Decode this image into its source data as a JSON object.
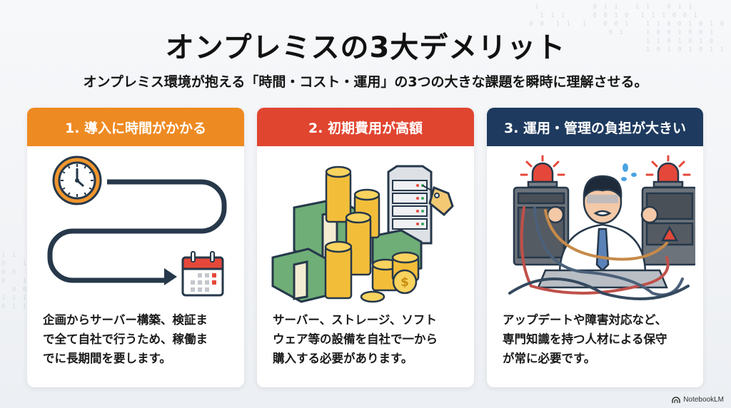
{
  "title": "オンプレミスの3大デメリット",
  "subtitle": "オンプレミス環境が抱える「時間・コスト・運用」の3つの大きな課題を瞬時に理解させる。",
  "cards": [
    {
      "heading": "1. 導入に時間がかかる",
      "color": "#EE8A22",
      "illustration": "clock-to-calendar-path",
      "lines": [
        "企画からサーバー構築、検証ま",
        "で全て自社で行うため、稼働ま",
        "でに長期間を要します。"
      ]
    },
    {
      "heading": "2. 初期費用が高額",
      "color": "#E04530",
      "illustration": "money-and-server-with-price-tag",
      "lines": [
        "サーバー、ストレージ、ソフト",
        "ウェア等の設備を自社で一から",
        "購入する必要があります。"
      ]
    },
    {
      "heading": "3. 運用・管理の負担が大きい",
      "color": "#1E3A5F",
      "illustration": "stressed-engineer-with-alarms",
      "lines": [
        "アップデートや障害対応など、",
        "専門知識を持つ人材による保守",
        "が常に必要です。"
      ]
    }
  ],
  "branding": {
    "label": "NotebookLM",
    "icon": "notebooklm-icon"
  }
}
